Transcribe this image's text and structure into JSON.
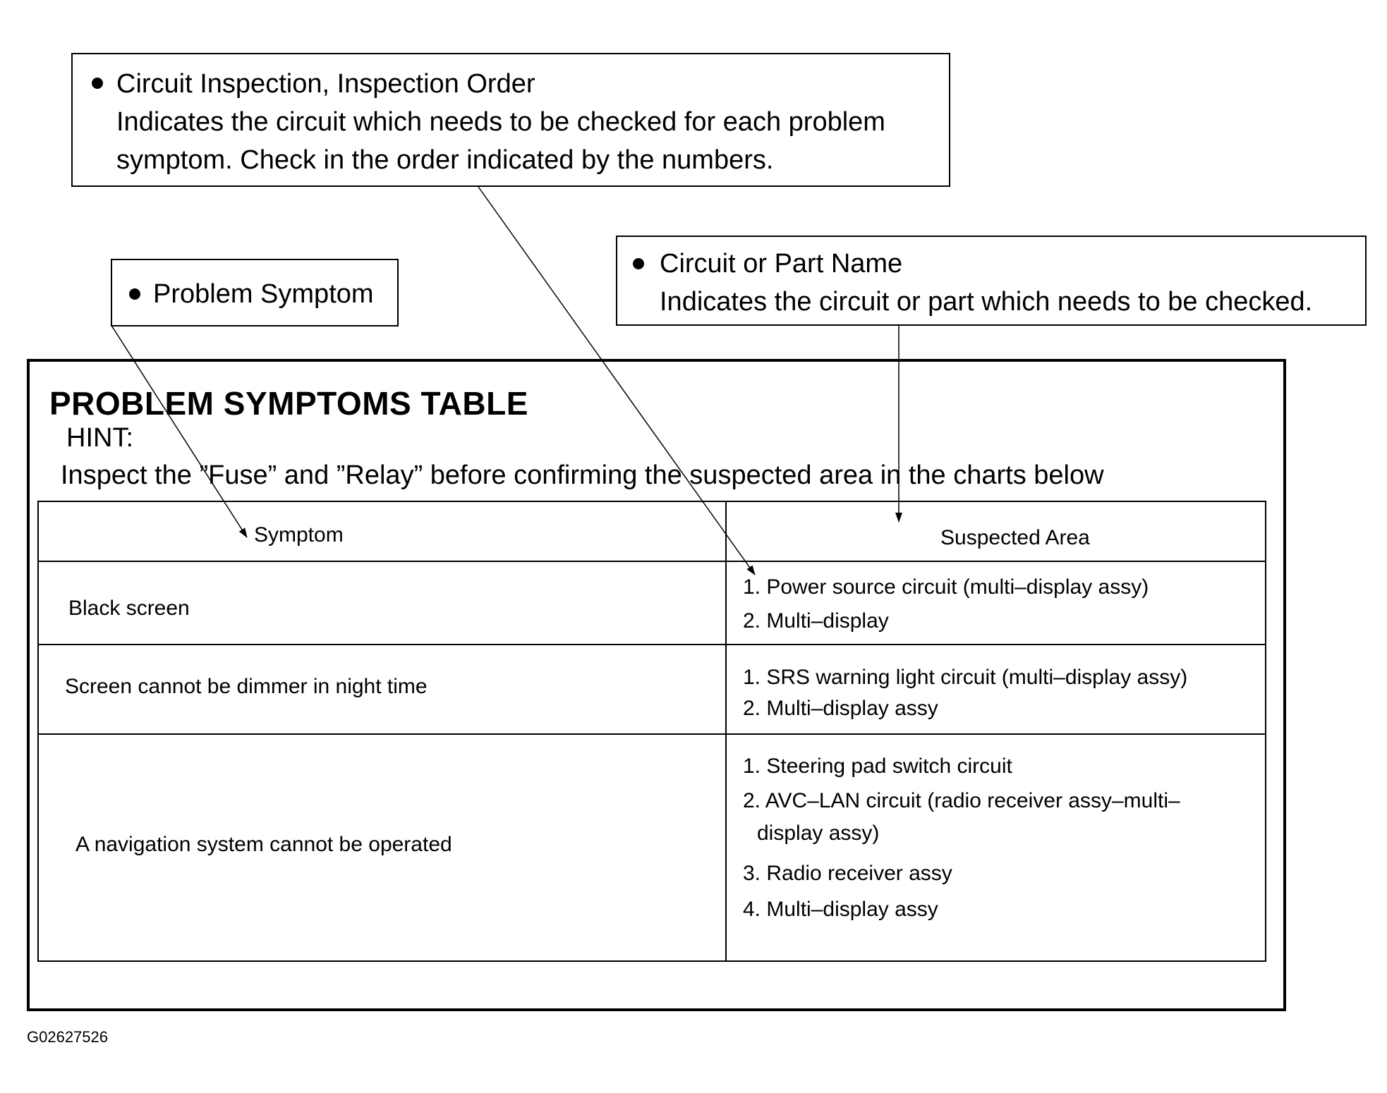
{
  "callouts": {
    "inspection": {
      "title": "Circuit Inspection, Inspection Order",
      "line2": "Indicates the circuit which needs to be checked for each problem",
      "line3": "symptom. Check in the order indicated by the numbers."
    },
    "symptom": {
      "title": "Problem Symptom"
    },
    "part": {
      "title": "Circuit or Part Name",
      "line2": "Indicates the circuit or part which needs to be checked."
    }
  },
  "table": {
    "title": "PROBLEM SYMPTOMS TABLE",
    "hint_label": "HINT:",
    "hint_text": "Inspect the ”Fuse” and ”Relay” before confirming the suspected area in the charts below",
    "headers": {
      "symptom": "Symptom",
      "area": "Suspected Area"
    },
    "rows": [
      {
        "symptom": "Black screen",
        "areas": [
          "1. Power source circuit (multi–display assy)",
          "2. Multi–display"
        ]
      },
      {
        "symptom": "Screen cannot be dimmer in night time",
        "areas": [
          "1. SRS warning light circuit (multi–display assy)",
          "2. Multi–display assy"
        ]
      },
      {
        "symptom": "A navigation system cannot be operated",
        "areas": [
          "1. Steering pad switch circuit",
          "2. AVC–LAN circuit (radio receiver assy–multi–",
          "display assy)",
          "3. Radio receiver assy",
          "4. Multi–display assy"
        ]
      }
    ]
  },
  "footer": {
    "code": "G02627526"
  }
}
